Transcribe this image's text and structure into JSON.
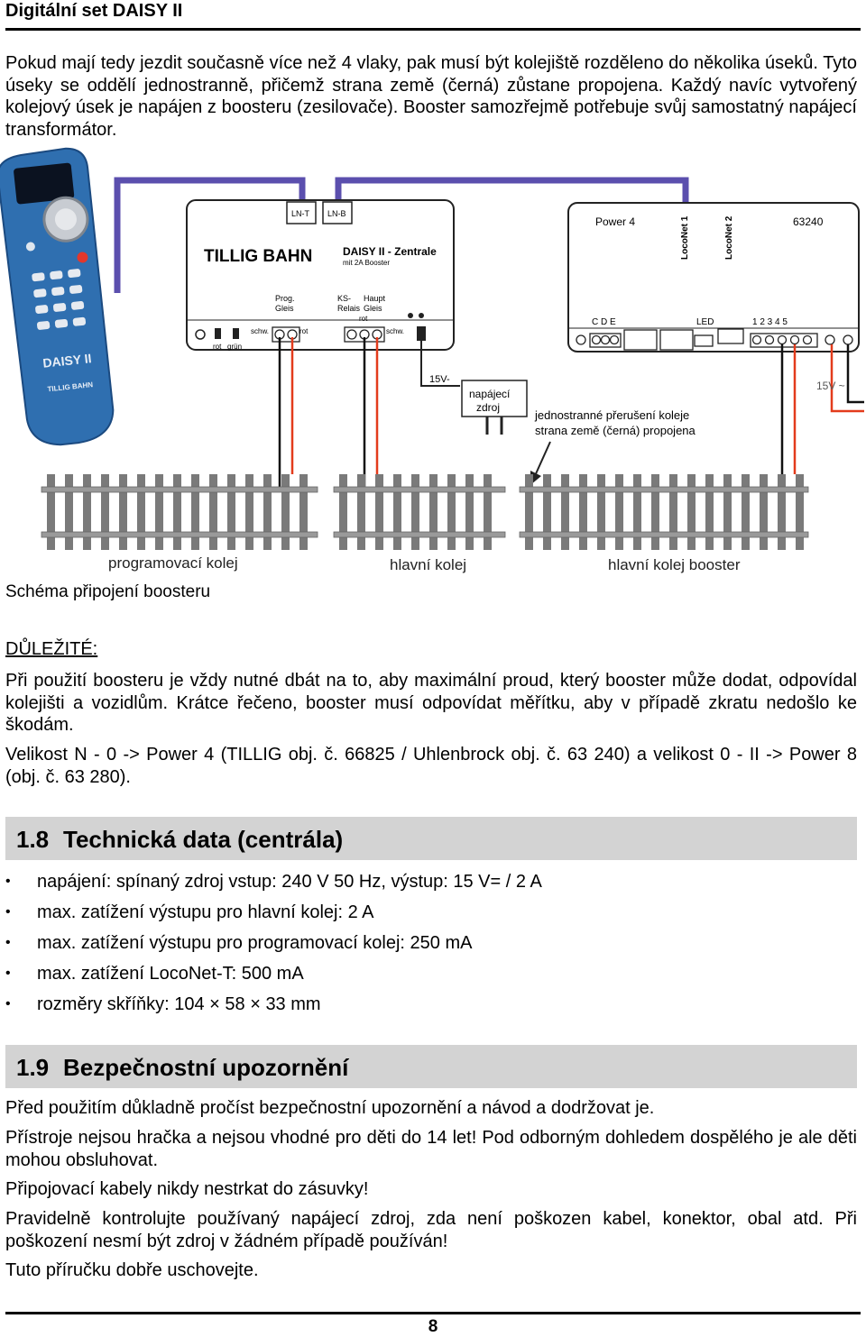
{
  "header": {
    "title": "Digitální set DAISY II"
  },
  "intro": "Pokud mají tedy jezdit současně více než 4 vlaky, pak musí být kolejiště rozděleno do několika úseků. Tyto úseky se oddělí jednostranně, přičemž strana země (černá) zůstane propojena. Každý navíc vytvořený kolejový úsek je napájen z boosteru (zesilovače). Booster samozřejmě potřebuje svůj samostatný napájecí transformátor.",
  "diagram": {
    "handset_brand": "DAISY II",
    "handset_maker": "TILLIG BAHN",
    "central": {
      "port_lnt": "LN-T",
      "port_lnb": "LN-B",
      "logo": "TILLIG BAHN",
      "name": "DAISY II - Zentrale",
      "subtitle": "mit 2A Booster",
      "label_prog": "Prog.",
      "label_gleis": "Gleis",
      "label_ks": "KS-",
      "label_relais": "Relais",
      "label_haupt": "Haupt",
      "label_gleis2": "Gleis",
      "label_rot_top": "rot",
      "label_schw": "schw.",
      "label_rot": "rot",
      "label_schw2": "schw.",
      "label_led_rot": "rot",
      "label_led_grun": "grün"
    },
    "booster": {
      "name": "Power 4",
      "loconet1": "LocoNet 1",
      "loconet2": "LocoNet 2",
      "code": "63240",
      "label_cde": "C D E",
      "label_led": "LED",
      "label_nums": "1 2 3 4 5"
    },
    "psu_voltage": "15V-",
    "psu_line1": "napájecí",
    "psu_line2": "zdroj",
    "booster_voltage": "15V ~",
    "note_line1": "jednostranné přerušení koleje",
    "note_line2": "strana země (černá) propojena",
    "track_prog": "programovací kolej",
    "track_main": "hlavní kolej",
    "track_booster": "hlavní kolej booster",
    "colors": {
      "bus": "#5b4fae",
      "wire_red": "#e33b1c",
      "wire_black": "#111111",
      "handset": "#2f6fb0",
      "rail": "#9a9a9a",
      "sleeper": "#7a7a7a"
    }
  },
  "caption": "Schéma připojení boosteru",
  "important_label": "DŮLEŽITÉ:",
  "important_p1": "Při použití boosteru je vždy nutné dbát na to, aby maximální proud, který booster může dodat, odpovídal kolejišti a vozidlům. Krátce řečeno, booster musí odpovídat měřítku, aby v případě zkratu nedošlo ke škodám.",
  "important_p2": "Velikost N - 0 -> Power 4 (TILLIG obj. č. 66825 / Uhlenbrock obj. č. 63 240) a velikost 0 - II -> Power 8 (obj. č. 63 280).",
  "section18": {
    "num": "1.8",
    "title": "Technická data (centrála)"
  },
  "bullets": [
    "napájení: spínaný zdroj vstup: 240 V 50 Hz, výstup: 15 V= / 2 A",
    "max. zatížení výstupu pro hlavní kolej: 2 A",
    "max. zatížení výstupu pro programovací kolej: 250 mA",
    "max. zatížení LocoNet-T: 500 mA",
    "rozměry skříňky: 104 × 58 × 33 mm"
  ],
  "bullet_symbol": "•",
  "section19": {
    "num": "1.9",
    "title": "Bezpečnostní upozornění"
  },
  "safety": [
    "Před použitím důkladně pročíst bezpečnostní upozornění a návod a dodržovat je.",
    "Přístroje nejsou hračka a nejsou vhodné pro děti do 14 let! Pod odborným dohledem dospělého je ale děti mohou obsluhovat.",
    "Připojovací kabely nikdy nestrkat do zásuvky!",
    "Pravidelně kontrolujte používaný napájecí zdroj, zda není poškozen kabel, konektor, obal atd. Při poškození nesmí být zdroj v žádném případě používán!",
    "Tuto příručku dobře uschovejte."
  ],
  "page_number": "8"
}
